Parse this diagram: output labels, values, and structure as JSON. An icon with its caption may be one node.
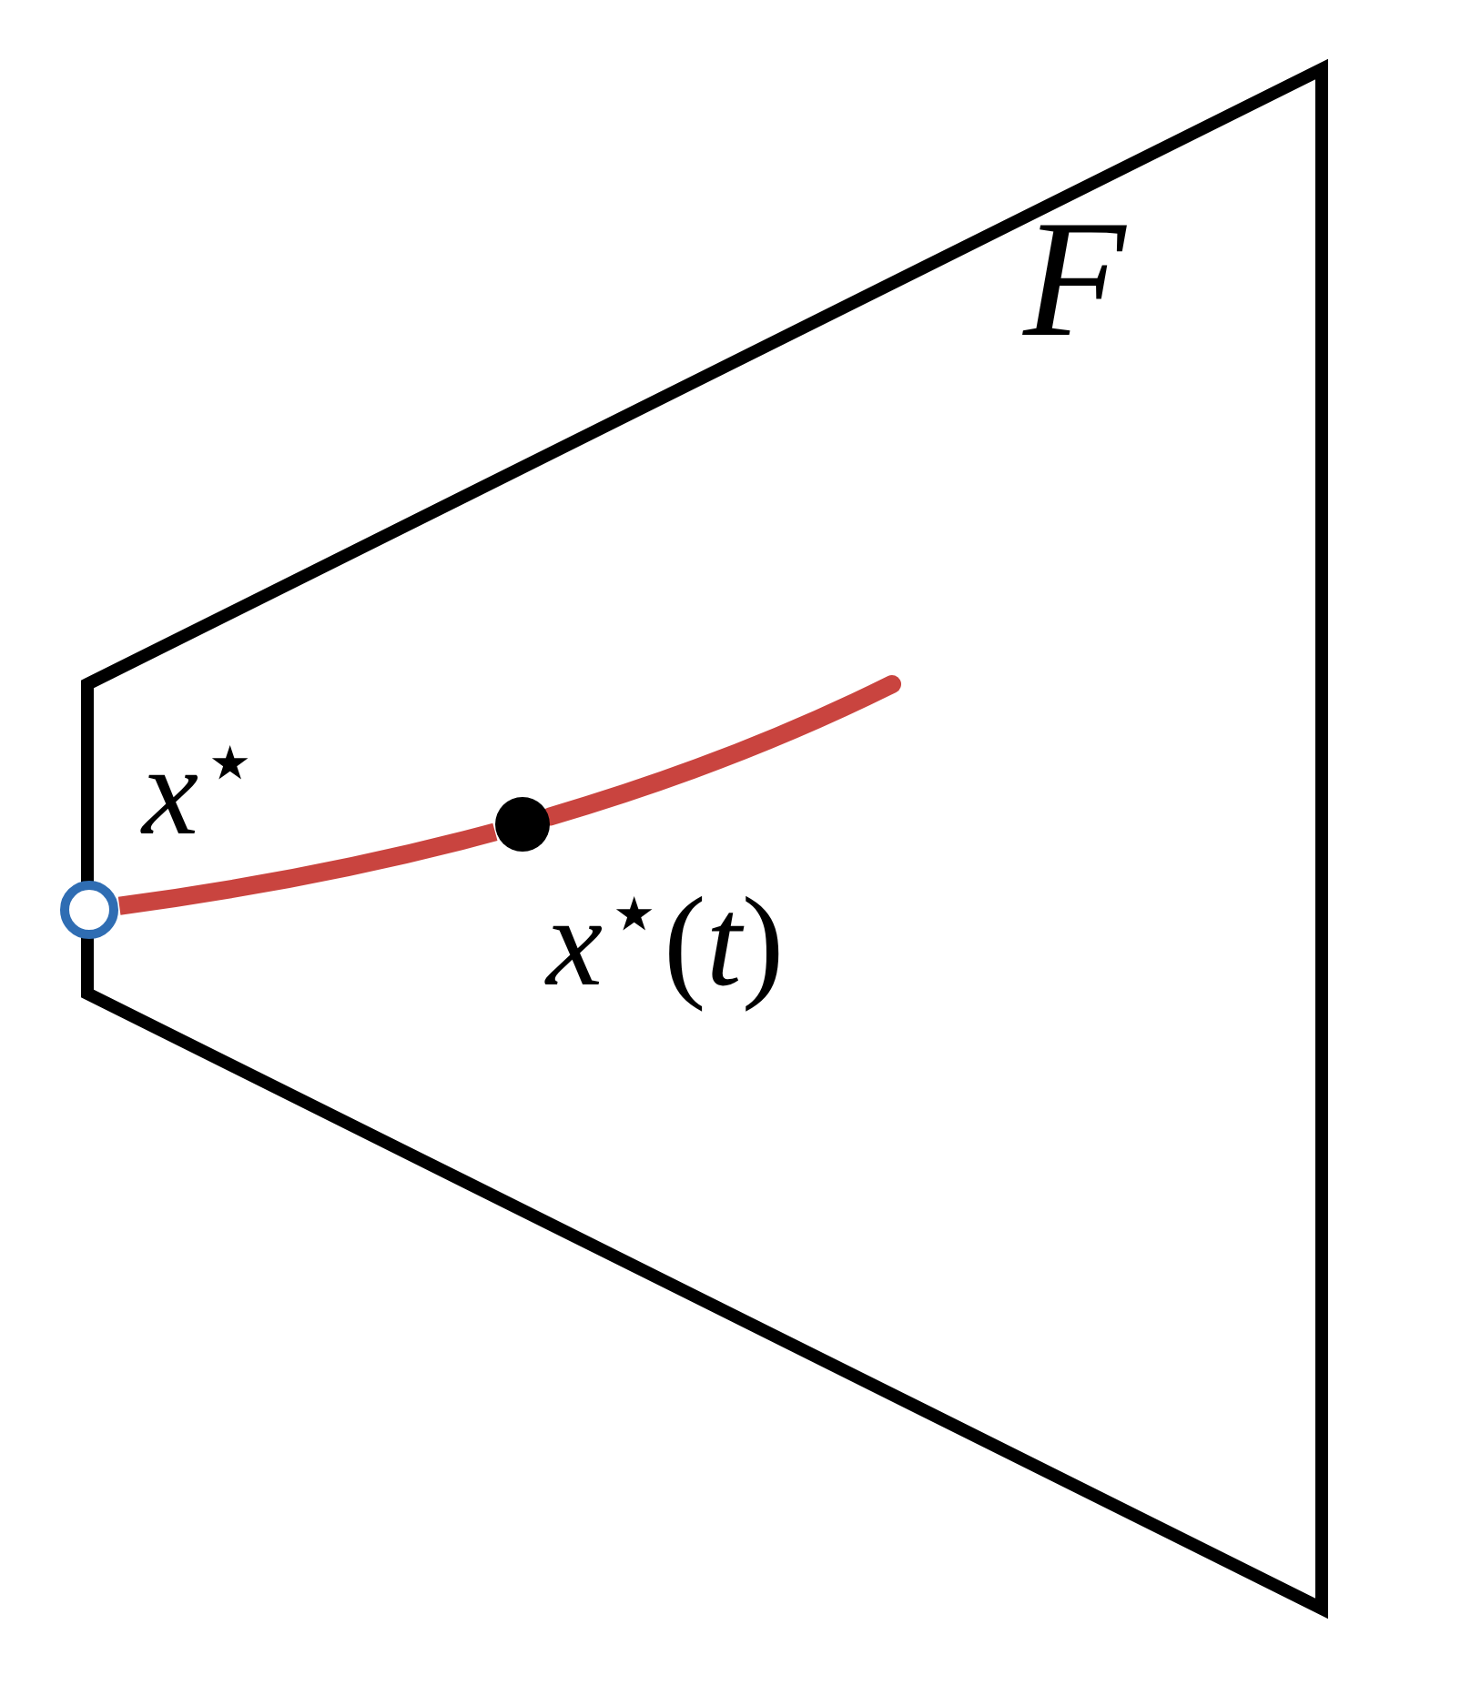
{
  "diagram": {
    "nodes": [
      {
        "text": [
          "F"
        ]
      },
      {
        "text": [],
        "shape": "circle",
        "beside": [
          "*x*$^{⋆}$"
        ]
      },
      {
        "text": [],
        "shape": "circle",
        "in": 0,
        "beside": [
          "*x*$^{⋆}$(*t*)"
        ]
      }
    ],
    "edges": [
      {
        "from": 1,
        "to": 2,
        "arrow": "none"
      },
      {
        "from": 2,
        "to": null,
        "arrow": "none"
      }
    ]
  }
}
